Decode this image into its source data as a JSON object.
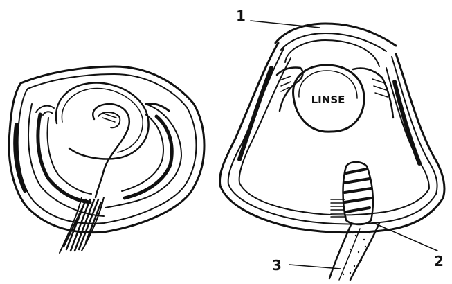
{
  "diagram": {
    "left_figure": {},
    "right_figure": {
      "lens_label": "LINSE",
      "callouts": [
        {
          "id": "1"
        },
        {
          "id": "2"
        },
        {
          "id": "3"
        }
      ]
    }
  },
  "colors": {
    "ink": "#111111",
    "background": "#ffffff"
  }
}
